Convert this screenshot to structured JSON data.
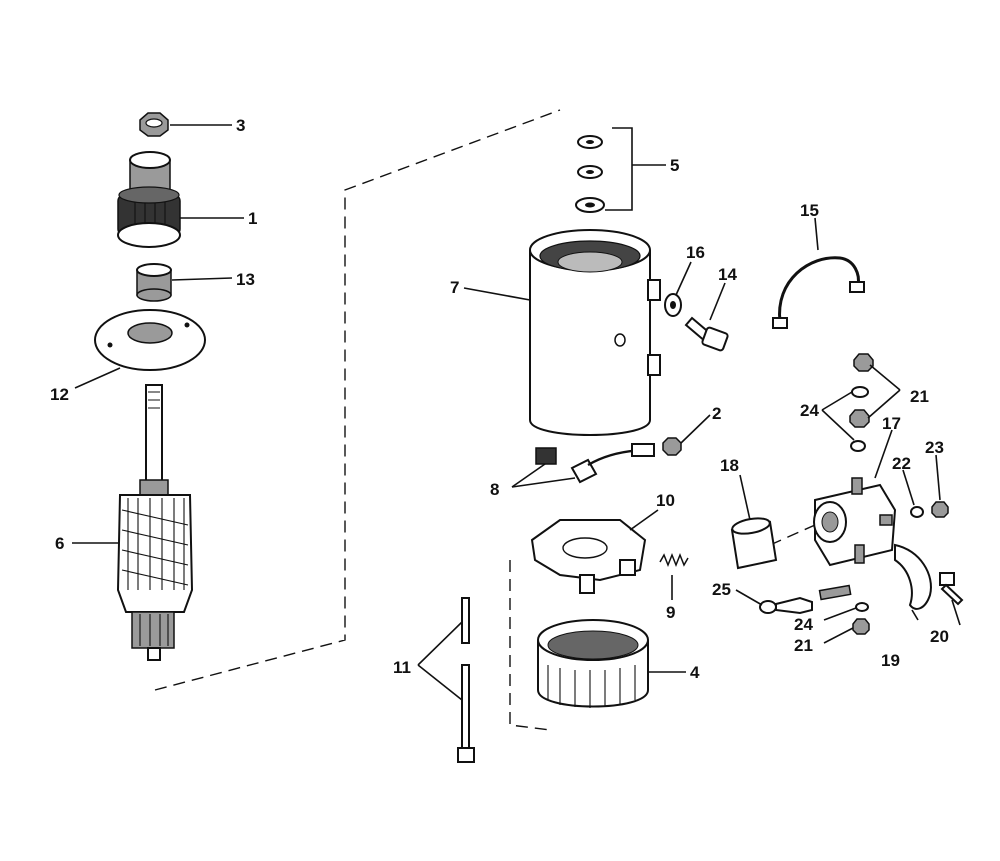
{
  "callouts": {
    "c1": "1",
    "c2": "2",
    "c3": "3",
    "c4": "4",
    "c5": "5",
    "c6": "6",
    "c7": "7",
    "c8": "8",
    "c9": "9",
    "c10": "10",
    "c11": "11",
    "c12": "12",
    "c13": "13",
    "c14": "14",
    "c15": "15",
    "c16": "16",
    "c17": "17",
    "c18": "18",
    "c19": "19",
    "c20": "20",
    "c21a": "21",
    "c21b": "21",
    "c22": "22",
    "c23": "23",
    "c24a": "24",
    "c24b": "24",
    "c25": "25"
  }
}
